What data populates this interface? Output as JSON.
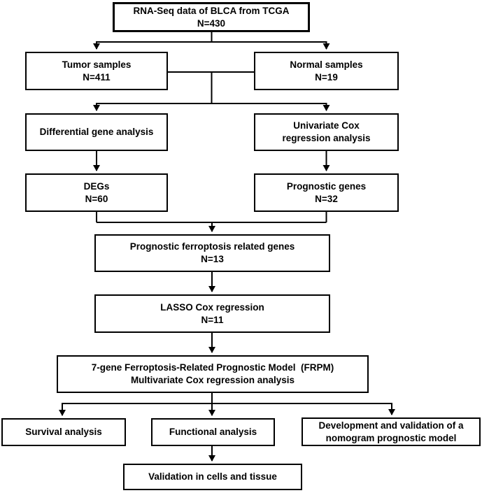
{
  "figure": {
    "background_color": "#ffffff",
    "line_color": "#000000"
  },
  "nodes": {
    "top": {
      "lines": [
        "RNA-Seq data of BLCA from TCGA",
        "N=430"
      ]
    },
    "tumor": {
      "lines": [
        "Tumor samples",
        "N=411"
      ]
    },
    "normal": {
      "lines": [
        "Normal samples",
        "N=19"
      ]
    },
    "diff": {
      "lines": [
        "Differential gene analysis"
      ]
    },
    "unicox": {
      "lines": [
        "Univariate Cox",
        "regression analysis"
      ]
    },
    "degs": {
      "lines": [
        "DEGs",
        "N=60"
      ]
    },
    "proggenes": {
      "lines": [
        "Prognostic genes",
        "N=32"
      ]
    },
    "ferro": {
      "lines": [
        "Prognostic ferroptosis related genes",
        "N=13"
      ]
    },
    "lasso": {
      "lines": [
        "LASSO Cox regression",
        "N=11"
      ]
    },
    "frpm": {
      "lines": [
        "7-gene Ferroptosis-Related Prognostic Model  (FRPM)",
        "Multivariate Cox regression analysis"
      ]
    },
    "survival": {
      "lines": [
        "Survival analysis"
      ]
    },
    "functional": {
      "lines": [
        "Functional analysis"
      ]
    },
    "nomogram": {
      "lines": [
        "Development and validation of a",
        "nomogram prognostic model"
      ]
    },
    "validation": {
      "lines": [
        "Validation in cells and tissue"
      ]
    }
  }
}
